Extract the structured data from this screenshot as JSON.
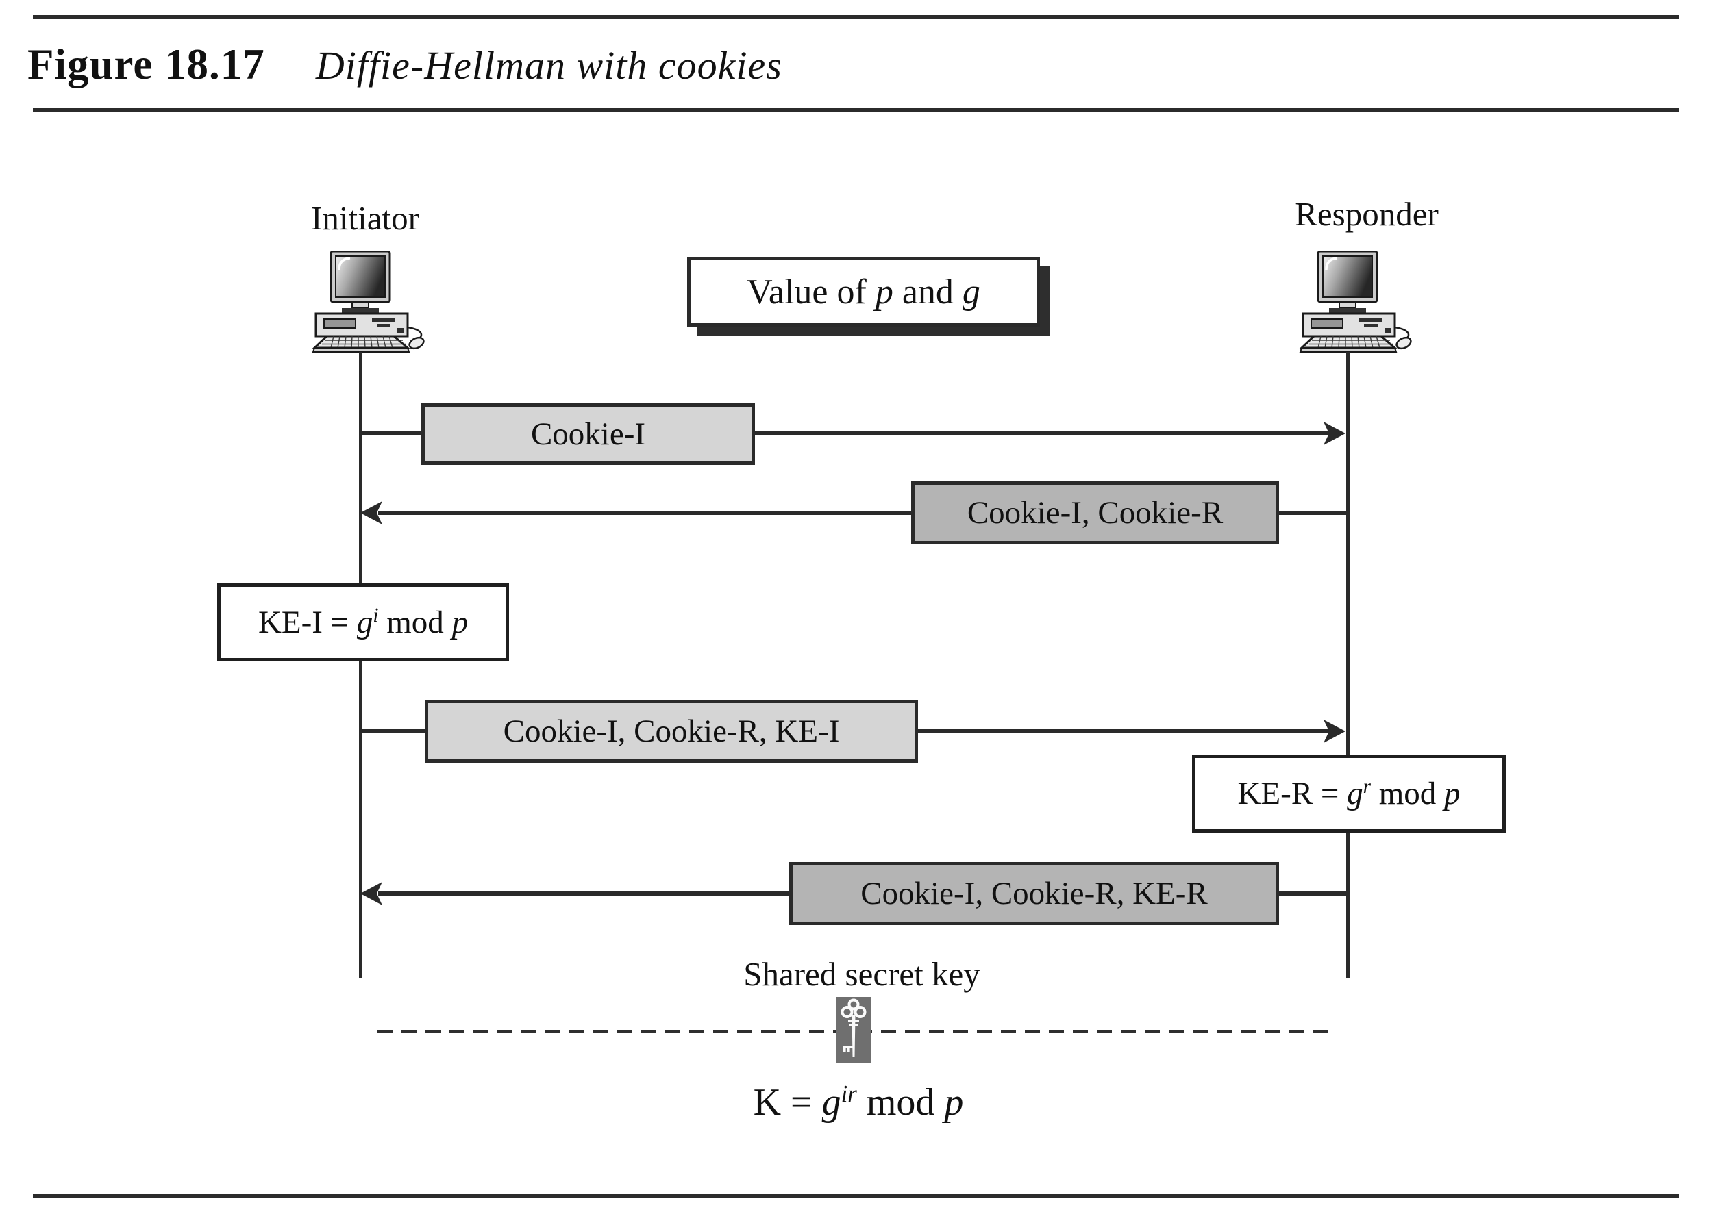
{
  "figure": {
    "label": "Figure 18.17",
    "title": "Diffie-Hellman with cookies"
  },
  "actors": {
    "initiator": "Initiator",
    "responder": "Responder"
  },
  "parameter_box": {
    "prefix": "Value of ",
    "var_p": "p",
    "mid": " and ",
    "var_g": "g"
  },
  "messages": [
    {
      "label": "Cookie-I",
      "direction": "initiator-to-responder",
      "shade": "light"
    },
    {
      "label": "Cookie-I, Cookie-R",
      "direction": "responder-to-initiator",
      "shade": "dark"
    },
    {
      "label": "Cookie-I, Cookie-R, KE-I",
      "direction": "initiator-to-responder",
      "shade": "light"
    },
    {
      "label": "Cookie-I, Cookie-R, KE-R",
      "direction": "responder-to-initiator",
      "shade": "dark"
    }
  ],
  "computations": [
    {
      "lhs": "KE-I = ",
      "base": "g",
      "sup": "i",
      "mid": " mod ",
      "var": "p"
    },
    {
      "lhs": "KE-R = ",
      "base": "g",
      "sup": "r",
      "mid": " mod ",
      "var": "p"
    }
  ],
  "shared_key": {
    "label": "Shared secret key",
    "formula": {
      "lhs": "K = ",
      "base": "g",
      "sup": "ir",
      "mid": " mod ",
      "var": "p"
    }
  },
  "colors": {
    "light_message_box": "#d5d5d5",
    "dark_message_box": "#b4b4b4",
    "box_border": "#2a2a2a",
    "line_ink": "#2a2a2a",
    "key_badge": "#6f6f6f",
    "background": "#ffffff"
  }
}
